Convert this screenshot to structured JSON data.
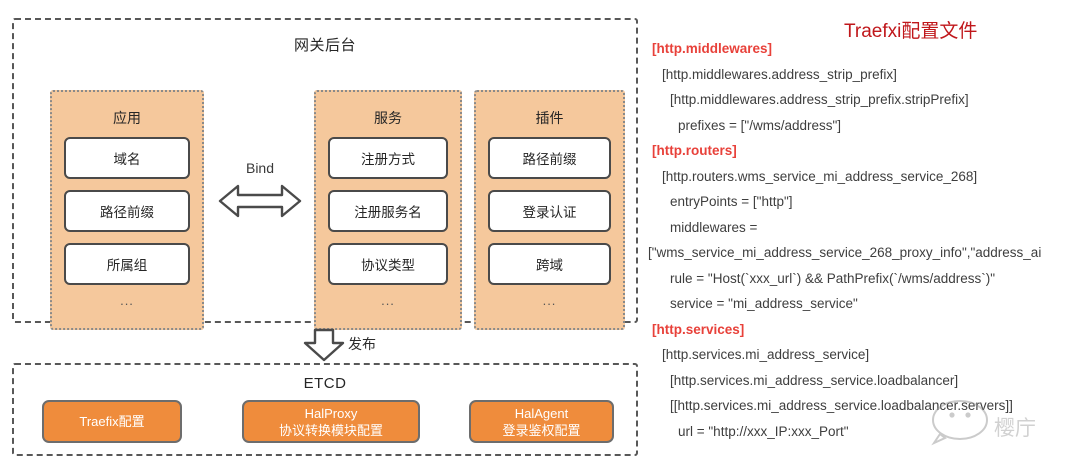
{
  "diagram": {
    "gateway": {
      "title": "网关后台",
      "columns": [
        {
          "heading": "应用",
          "items": [
            "域名",
            "路径前缀",
            "所属组"
          ],
          "ellipsis": "..."
        },
        {
          "heading": "服务",
          "items": [
            "注册方式",
            "注册服务名",
            "协议类型"
          ],
          "ellipsis": "..."
        },
        {
          "heading": "插件",
          "items": [
            "路径前缀",
            "登录认证",
            "跨域"
          ],
          "ellipsis": "..."
        }
      ],
      "bind_label": "Bind"
    },
    "publish_label": "发布",
    "etcd": {
      "title": "ETCD",
      "cards": [
        {
          "line1": "Traefix配置",
          "line2": ""
        },
        {
          "line1": "HalProxy",
          "line2": "协议转换模块配置"
        },
        {
          "line1": "HalAgent",
          "line2": "登录鉴权配置"
        }
      ]
    }
  },
  "config": {
    "title": "Traefxi配置文件",
    "lines": [
      {
        "text": "[http.middlewares]",
        "indent": 0,
        "red": true
      },
      {
        "text": "[http.middlewares.address_strip_prefix]",
        "indent": 1,
        "red": false
      },
      {
        "text": "[http.middlewares.address_strip_prefix.stripPrefix]",
        "indent": 2,
        "red": false
      },
      {
        "text": "prefixes = [\"/wms/address\"]",
        "indent": 3,
        "red": false
      },
      {
        "text": "[http.routers]",
        "indent": 0,
        "red": true
      },
      {
        "text": "[http.routers.wms_service_mi_address_service_268]",
        "indent": 1,
        "red": false
      },
      {
        "text": "entryPoints = [\"http\"]",
        "indent": 2,
        "red": false
      },
      {
        "text": "middlewares =",
        "indent": 2,
        "red": false
      },
      {
        "text": "[\"wms_service_mi_address_service_268_proxy_info\",\"address_ai",
        "indent": -1,
        "red": false
      },
      {
        "text": "rule = \"Host(`xxx_url`) && PathPrefix(`/wms/address`)\"",
        "indent": 2,
        "red": false
      },
      {
        "text": "service = \"mi_address_service\"",
        "indent": 2,
        "red": false
      },
      {
        "text": "[http.services]",
        "indent": 0,
        "red": true
      },
      {
        "text": "[http.services.mi_address_service]",
        "indent": 1,
        "red": false
      },
      {
        "text": "[http.services.mi_address_service.loadbalancer]",
        "indent": 2,
        "red": false
      },
      {
        "text": "[[http.services.mi_address_service.loadbalancer.servers]]",
        "indent": 2,
        "red": false
      },
      {
        "text": "url = \"http://xxx_IP:xxx_Port\"",
        "indent": 3,
        "red": false
      }
    ]
  },
  "watermark": {
    "text": "樱庁"
  },
  "colors": {
    "peach": "#f5c89c",
    "orange": "#ef8c3c",
    "red_heading": "#e8413a",
    "title_red": "#c0171b",
    "dashed_border": "#585858"
  }
}
